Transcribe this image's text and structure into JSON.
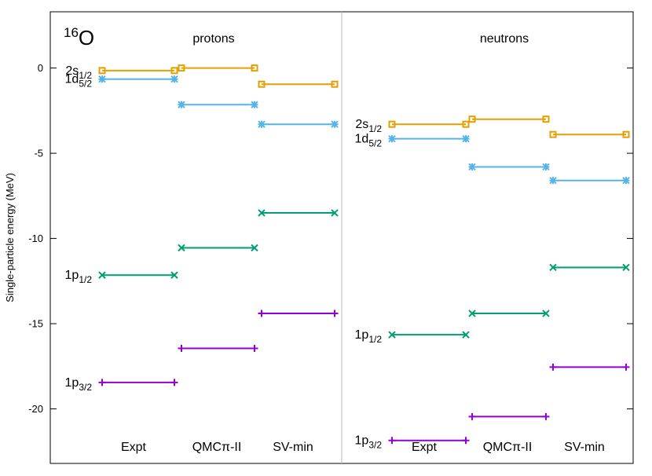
{
  "chart_data": {
    "type": "line",
    "ylabel": "Single-particle energy (MeV)",
    "ylim": [
      -23.2,
      3.3
    ],
    "yticks": [
      0,
      -5,
      -10,
      -15,
      -20
    ],
    "ytick_labels": [
      "0",
      "-5",
      "-10",
      "-15",
      "-20"
    ],
    "nucleus": {
      "mass": "16",
      "symbol": "O"
    },
    "categories": [
      "Expt",
      "QMCπ-II",
      "SV-min"
    ],
    "state_colors": {
      "2s1/2": "#e69f00",
      "1d5/2": "#56b4e9",
      "1p1/2": "#009e73",
      "1p3/2": "#9400d3"
    },
    "state_markers": {
      "2s1/2": "square",
      "1d5/2": "star",
      "1p1/2": "cross",
      "1p3/2": "plus"
    },
    "panels": [
      {
        "title": "protons",
        "categories": [
          "Expt",
          "QMCπ-II",
          "SV-min"
        ],
        "series": [
          {
            "state": "2s1/2",
            "values": [
              -0.15,
              0.0,
              -0.95
            ]
          },
          {
            "state": "1d5/2",
            "values": [
              -0.65,
              -2.15,
              -3.3
            ]
          },
          {
            "state": "1p1/2",
            "values": [
              -12.15,
              -10.55,
              -8.5
            ]
          },
          {
            "state": "1p3/2",
            "values": [
              -18.45,
              -16.45,
              -14.4
            ]
          }
        ],
        "labels": [
          {
            "state": "2s1/2",
            "main": "2s",
            "sub": "1/2",
            "y": -0.15
          },
          {
            "state": "1d5/2",
            "main": "1d",
            "sub": "5/2",
            "y": -0.65
          },
          {
            "state": "1p1/2",
            "main": "1p",
            "sub": "1/2",
            "y": -12.15
          },
          {
            "state": "1p3/2",
            "main": "1p",
            "sub": "3/2",
            "y": -18.45
          }
        ]
      },
      {
        "title": "neutrons",
        "categories": [
          "Expt",
          "QMCπ-II",
          "SV-min"
        ],
        "series": [
          {
            "state": "2s1/2",
            "values": [
              -3.3,
              -3.0,
              -3.9
            ]
          },
          {
            "state": "1d5/2",
            "values": [
              -4.15,
              -5.8,
              -6.6
            ]
          },
          {
            "state": "1p1/2",
            "values": [
              -15.65,
              -14.4,
              -11.7
            ]
          },
          {
            "state": "1p3/2",
            "values": [
              -21.85,
              -20.45,
              -17.55
            ]
          }
        ],
        "labels": [
          {
            "state": "2s1/2",
            "main": "2s",
            "sub": "1/2",
            "y": -3.3
          },
          {
            "state": "1d5/2",
            "main": "1d",
            "sub": "5/2",
            "y": -4.15
          },
          {
            "state": "1p1/2",
            "main": "1p",
            "sub": "1/2",
            "y": -15.65
          },
          {
            "state": "1p3/2",
            "main": "1p",
            "sub": "3/2",
            "y": -21.85
          }
        ]
      }
    ],
    "grid": false,
    "legend": "none"
  }
}
